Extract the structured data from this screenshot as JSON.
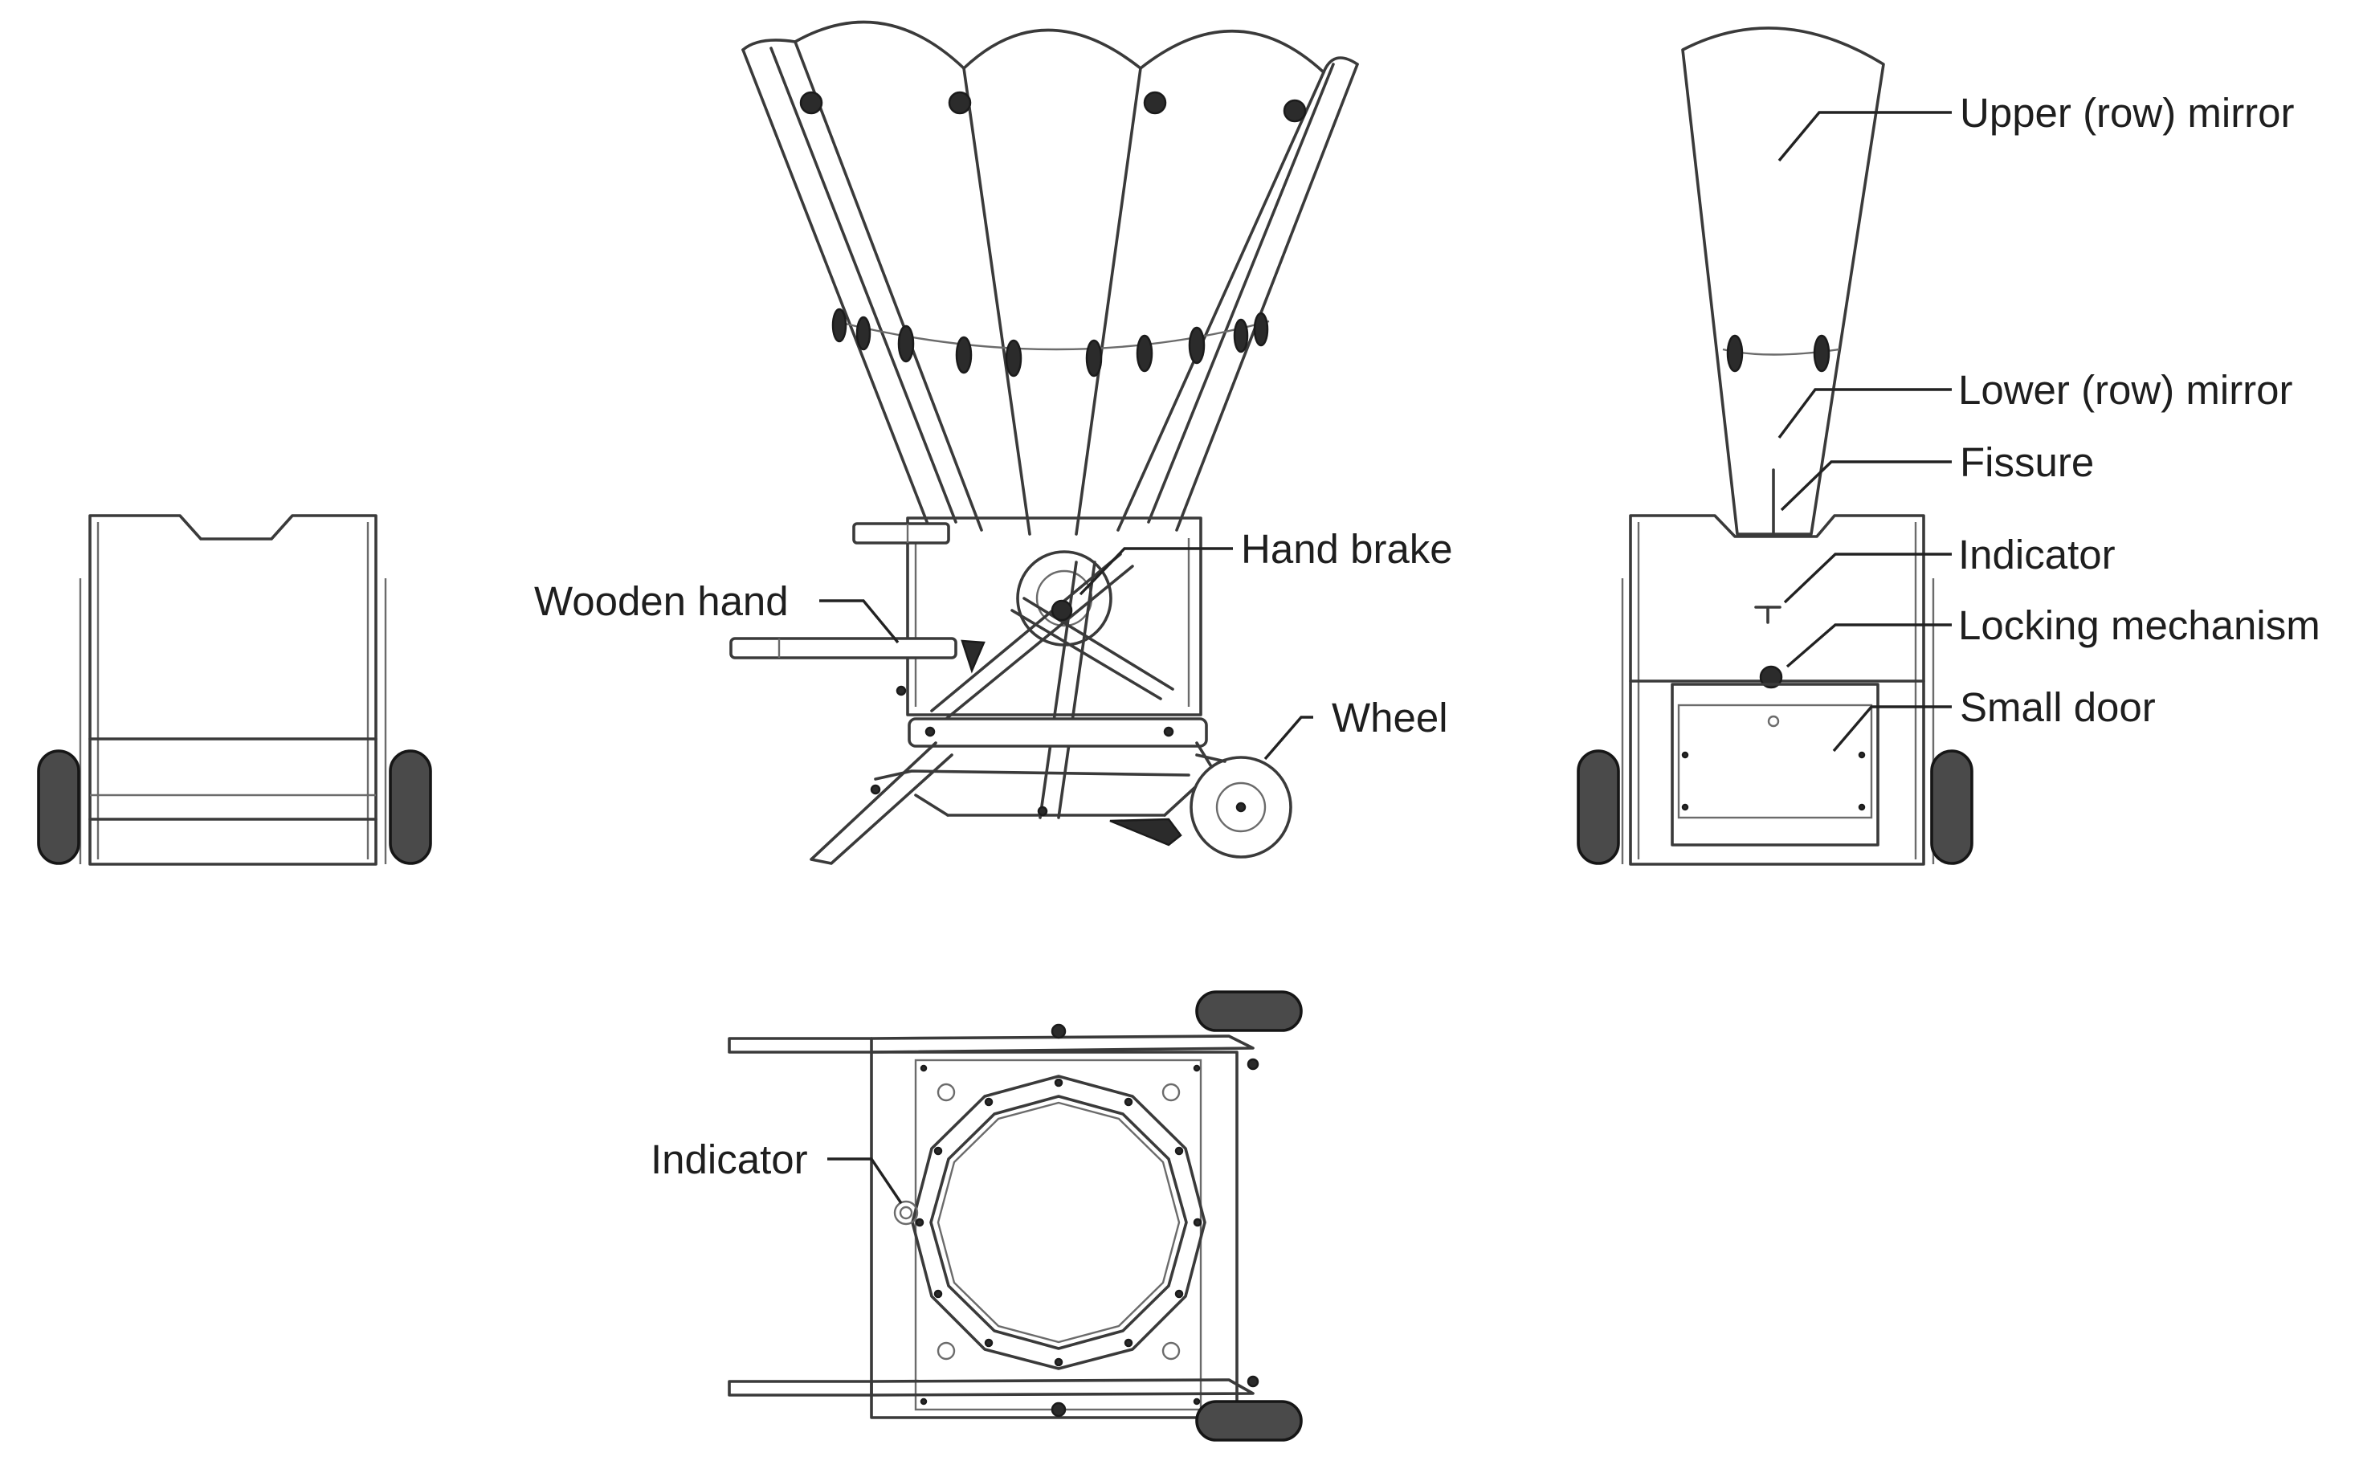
{
  "labels": {
    "upper_mirror": "Upper (row) mirror",
    "lower_mirror": "Lower (row) mirror",
    "fissure": "Fissure",
    "indicator_side": "Indicator",
    "locking_mechanism": "Locking mechanism",
    "small_door": "Small door",
    "hand_brake": "Hand brake",
    "wooden_hand": "Wooden hand",
    "wheel": "Wheel",
    "indicator_top": "Indicator"
  },
  "colors": {
    "line": "#3a3a3a",
    "tire": "#4a4a4a",
    "text": "#1e1e1e"
  }
}
